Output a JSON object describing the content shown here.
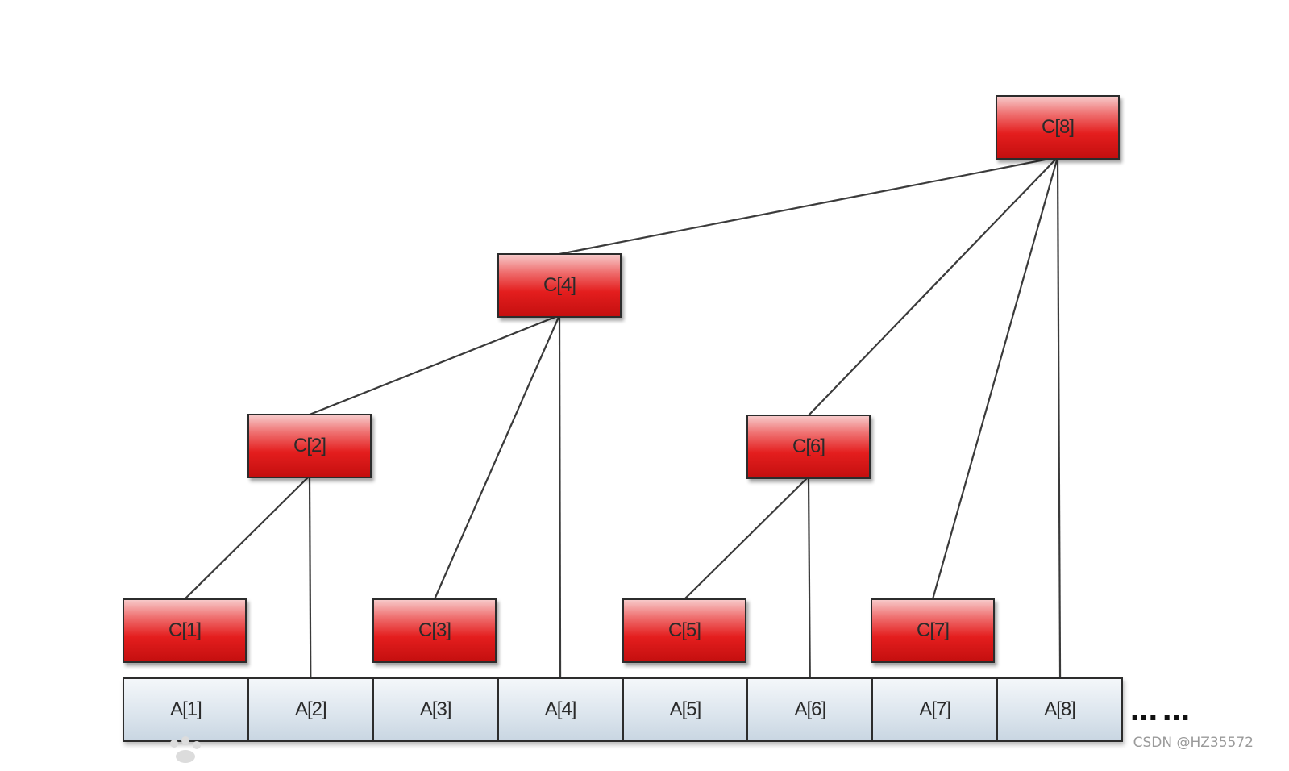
{
  "c_nodes": [
    {
      "id": "c1",
      "label": "C[1]"
    },
    {
      "id": "c2",
      "label": "C[2]"
    },
    {
      "id": "c3",
      "label": "C[3]"
    },
    {
      "id": "c4",
      "label": "C[4]"
    },
    {
      "id": "c5",
      "label": "C[5]"
    },
    {
      "id": "c6",
      "label": "C[6]"
    },
    {
      "id": "c7",
      "label": "C[7]"
    },
    {
      "id": "c8",
      "label": "C[8]"
    }
  ],
  "a_cells": [
    "A[1]",
    "A[2]",
    "A[3]",
    "A[4]",
    "A[5]",
    "A[6]",
    "A[7]",
    "A[8]"
  ],
  "ellipsis": "……",
  "edges": [
    {
      "from": "c2",
      "to": "c1"
    },
    {
      "from": "c2",
      "to": "a2"
    },
    {
      "from": "c4",
      "to": "c2"
    },
    {
      "from": "c4",
      "to": "c3"
    },
    {
      "from": "c4",
      "to": "a4"
    },
    {
      "from": "c6",
      "to": "c5"
    },
    {
      "from": "c6",
      "to": "a6"
    },
    {
      "from": "c8",
      "to": "c4"
    },
    {
      "from": "c8",
      "to": "c6"
    },
    {
      "from": "c8",
      "to": "c7"
    },
    {
      "from": "c8",
      "to": "a8"
    }
  ],
  "colors": {
    "c_node_fill": "#e41e1e",
    "a_cell_fill": "#dde6ee",
    "edge": "#3a3a3a"
  },
  "watermark": "CSDN @HZ35572"
}
